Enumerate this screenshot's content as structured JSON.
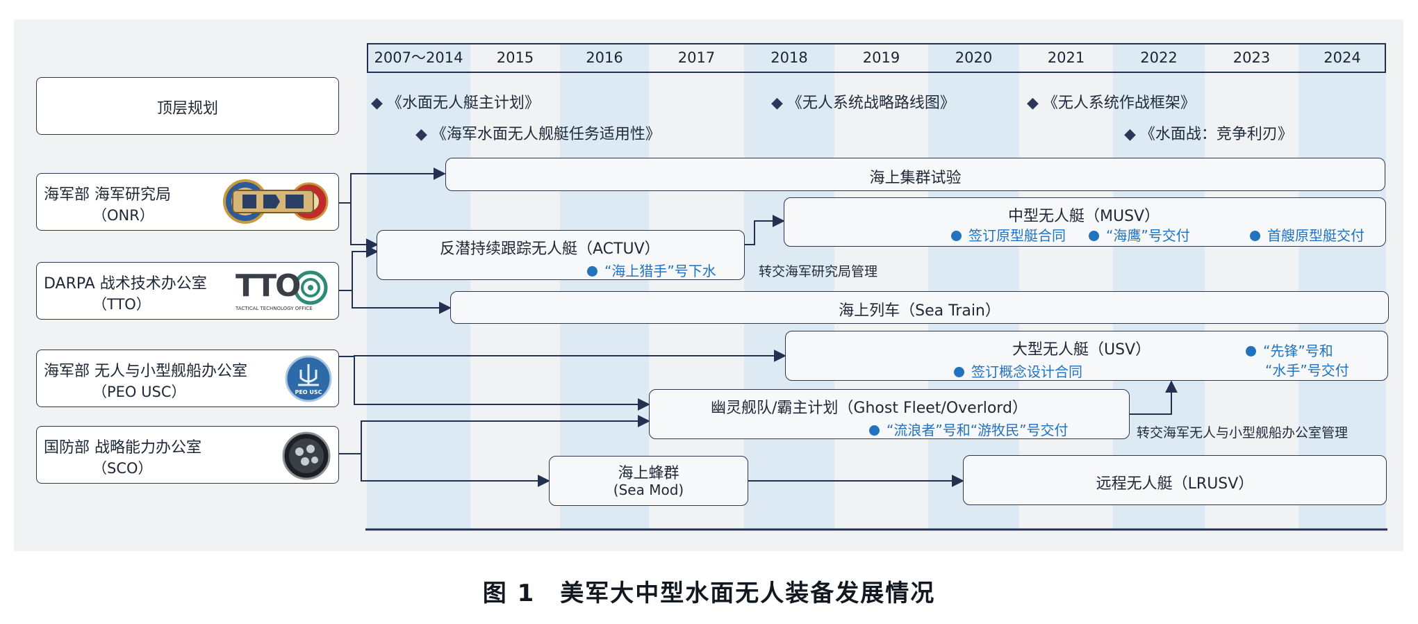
{
  "years": [
    "2007～2014",
    "2015",
    "2016",
    "2017",
    "2018",
    "2019",
    "2020",
    "2021",
    "2022",
    "2023",
    "2024"
  ],
  "top_planning": {
    "label": "顶层规划"
  },
  "organizations": [
    {
      "name": "海军部 海军研究局",
      "abbr": "（ONR）",
      "logo": "onr-logo"
    },
    {
      "name": "DARPA 战术技术办公室",
      "abbr": "（TTO）",
      "logo": "tto-logo",
      "logo_text": "TTO",
      "logo_caption": "TACTICAL TECHNOLOGY OFFICE"
    },
    {
      "name": "海军部 无人与小型舰船办公室",
      "abbr": "（PEO USC）",
      "logo": "peo-usc-logo",
      "logo_text": "PEO USC"
    },
    {
      "name": "国防部 战略能力办公室",
      "abbr": "（SCO）",
      "logo": "sco-logo"
    }
  ],
  "documents": [
    {
      "text": "《水面无人艇主计划》"
    },
    {
      "text": "《海军水面无人舰艇任务适用性》"
    },
    {
      "text": "《无人系统战略路线图》"
    },
    {
      "text": "《无人系统作战框架》"
    },
    {
      "text": "《水面战：竞争利刃》"
    }
  ],
  "doc_marker": "◆",
  "programs": {
    "swarm": {
      "title": "海上集群试验"
    },
    "actuv": {
      "title": "反潜持续跟踪无人艇（ACTUV）",
      "milestone": "“海上猎手”号下水"
    },
    "musv": {
      "title": "中型无人艇（MUSV）",
      "milestones": [
        "签订原型艇合同",
        "“海鹰”号交付",
        "首艘原型艇交付"
      ]
    },
    "sea_train": {
      "title": "海上列车（Sea Train）"
    },
    "usv": {
      "title": "大型无人艇（USV）",
      "milestones": [
        "签订概念设计合同"
      ],
      "delivery": [
        "“先锋”号和",
        "“水手”号交付"
      ]
    },
    "ghost": {
      "title": "幽灵舰队/霸主计划（Ghost Fleet/Overlord）",
      "milestone": "“流浪者”号和“游牧民”号交付"
    },
    "sea_mod": {
      "title": "海上蜂群",
      "subtitle": "(Sea Mod)"
    },
    "lrusv": {
      "title": "远程无人艇（LRUSV）"
    }
  },
  "notes": {
    "to_onr": "转交海军研究局管理",
    "to_peo": "转交海军无人与小型舰船办公室管理"
  },
  "caption": "图 1　美军大中型水面无人装备发展情况",
  "colors": {
    "frame": "#22314f",
    "shade": "#dde9f3",
    "milestone": "#2172bf",
    "panel": "#f1f2f4"
  }
}
